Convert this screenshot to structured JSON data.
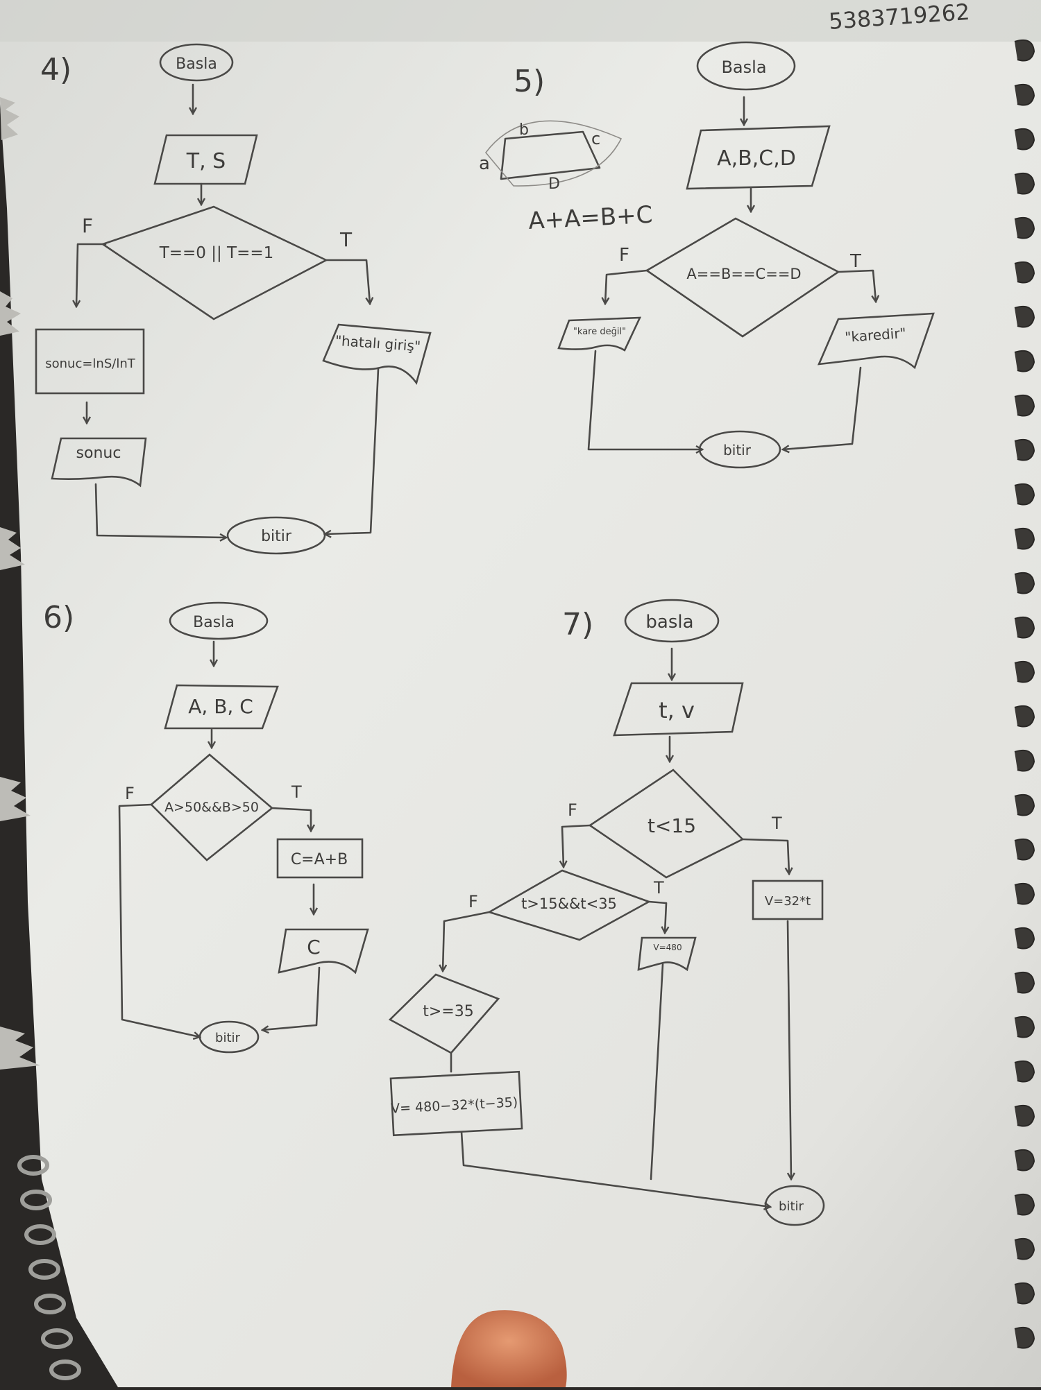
{
  "corner_note": "5383719262",
  "fc4": {
    "number": "4)",
    "start": "Basla",
    "input": "T, S",
    "decision": "T==0 || T==1",
    "false_label": "F",
    "true_label": "T",
    "process_false": "sonuc=lnS/lnT",
    "output_false": "sonuc",
    "output_true": "\"hatalı giriş\"",
    "end": "bitir"
  },
  "fc5": {
    "number": "5)",
    "sketch_labels": [
      "a",
      "b",
      "c",
      "D"
    ],
    "equation": "A+A=B+C",
    "start": "Basla",
    "input": "A,B,C,D",
    "decision": "A==B==C==D",
    "false_label": "F",
    "true_label": "T",
    "output_false": "\"kare değil\"",
    "output_true": "\"karedir\"",
    "end": "bitir"
  },
  "fc6": {
    "number": "6)",
    "start": "Basla",
    "input": "A, B, C",
    "decision": "A>50&&B>50",
    "false_label": "F",
    "true_label": "T",
    "process_true": "C=A+B",
    "output_true": "C",
    "end": "bitir"
  },
  "fc7": {
    "number": "7)",
    "start": "basla",
    "input": "t, v",
    "decision1": "t<15",
    "decision2": "t>15&&t<35",
    "decision3": "t>=35",
    "false_label": "F",
    "true_label": "T",
    "process1": "V=32*t",
    "output2": "V=480",
    "process3": "V= 480−32*(t−35)",
    "end": "bitir"
  }
}
